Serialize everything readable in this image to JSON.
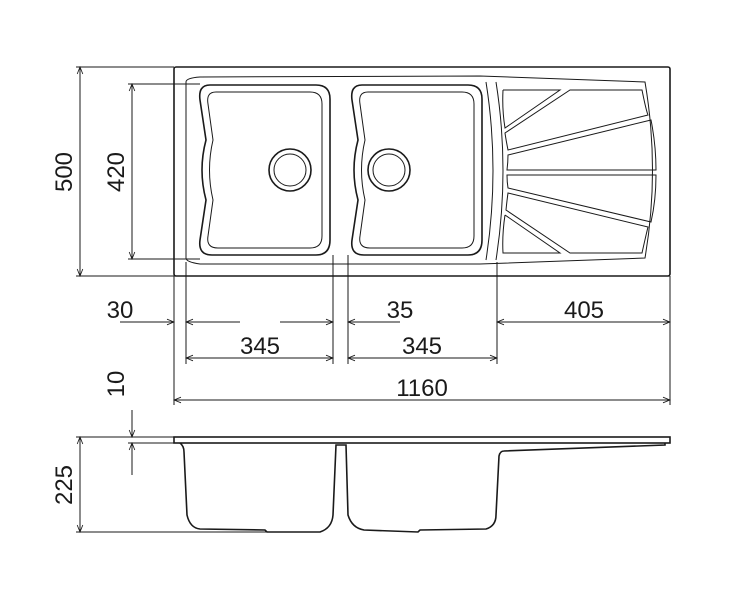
{
  "drawing": {
    "title": "Double bowl sink with drainer - technical drawing",
    "unit": "mm",
    "dimensions": {
      "total_depth": "500",
      "bowl_depth": "420",
      "left_margin": "30",
      "divider": "35",
      "drainer_width": "405",
      "bowl1_width": "345",
      "bowl2_width": "345",
      "total_width": "1160",
      "rim_thickness": "10",
      "bowl_height": "225"
    }
  }
}
